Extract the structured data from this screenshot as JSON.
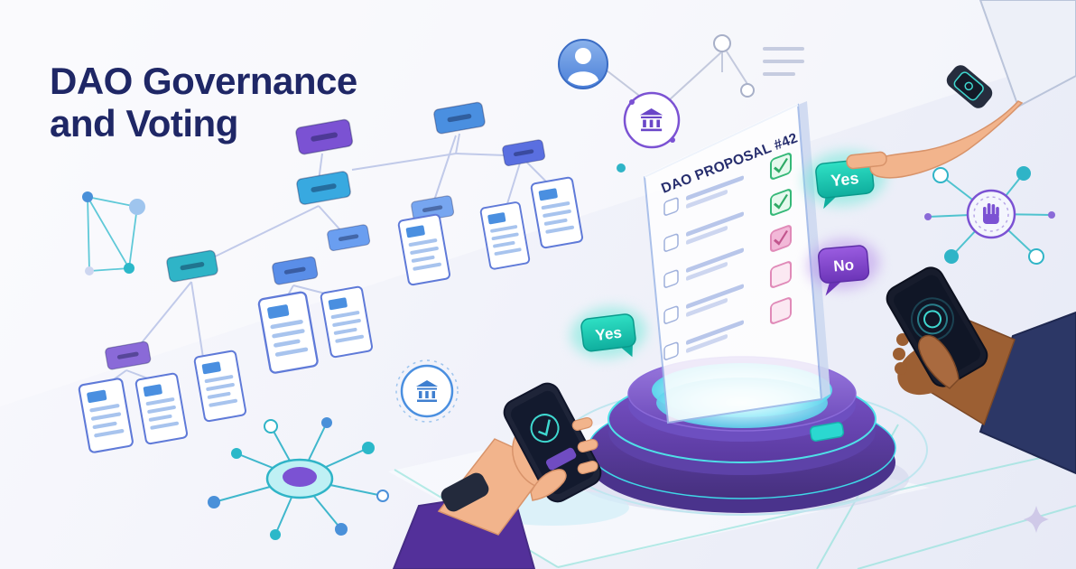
{
  "header": {
    "title_line1": "DAO Governance",
    "title_line2": "and Voting"
  },
  "proposal": {
    "title": "DAO PROPOSAL #42",
    "checklist": [
      "approved",
      "approved",
      "rejected",
      "pending",
      "pending"
    ]
  },
  "badges": {
    "yes_left": "Yes",
    "yes_right": "Yes",
    "no": "No"
  },
  "colors": {
    "title_text": "#1f2766",
    "teal_accent": "#14c4b4",
    "purple_accent": "#7a4fd0",
    "blue_accent": "#4a8fe0",
    "green_check": "#35b878",
    "pink_check": "#e08ab8",
    "background": "#eef0f9",
    "navy_sleeve": "#2c3766",
    "purple_sleeve": "#53309a"
  },
  "icons": [
    "user-icon",
    "bank-icon",
    "raised-hand-icon",
    "check-icon",
    "watch-icon",
    "phone-icon",
    "sparkle-icon",
    "network-icon"
  ]
}
